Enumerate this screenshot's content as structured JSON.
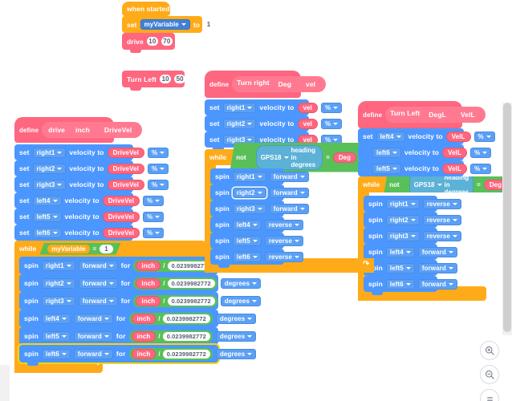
{
  "app": {
    "name": "vexcode-blocks-workspace",
    "background": "#ffffff"
  },
  "colors": {
    "control": "#FFAB19",
    "motion": "#4C97FF",
    "custom": "#FF6680",
    "operator": "#59C059",
    "sensing": "#5CB1D6",
    "highlight": "#FFD500"
  },
  "stacks": {
    "when_started": {
      "hat_label": "when started",
      "set_var": {
        "set_label": "set",
        "variable": "myVariable",
        "to_label": "to",
        "value": "1"
      },
      "drive": {
        "label": "drive",
        "arg1": "10",
        "arg2": "70"
      }
    },
    "turn_left_call": {
      "label": "Turn Left",
      "arg1": "10",
      "arg2": "50"
    },
    "drive_inch": {
      "define_label": "define",
      "name": "drive",
      "params": [
        "inch",
        "DriveVel"
      ],
      "set_velocity_label": "set",
      "velocity_to_label": "velocity to",
      "unit": "%",
      "motors": [
        "right1",
        "right2",
        "right3",
        "left4",
        "left5",
        "left6"
      ],
      "velocity_value": "DriveVel",
      "while_label": "while",
      "while_var": "myVariable",
      "while_op": "=",
      "while_value": "1",
      "spin_label": "spin",
      "for_label": "for",
      "divide_label": "/",
      "inch_label": "inch",
      "degrees_label": "degrees",
      "spins": [
        {
          "motor": "right1",
          "dir": "forward",
          "numerator": "inch",
          "denominator": "0.0239982772",
          "unit": "degrees",
          "selected": false
        },
        {
          "motor": "right2",
          "dir": "forward",
          "numerator": "inch",
          "denominator": "0.0239982772",
          "unit": "degrees",
          "selected": false
        },
        {
          "motor": "right3",
          "dir": "forward",
          "numerator": "inch",
          "denominator": "0.0239982772",
          "unit": "degrees",
          "selected": false
        },
        {
          "motor": "left4",
          "dir": "forward",
          "numerator": "inch",
          "denominator": "0.0239982772",
          "unit": "degrees",
          "selected": false
        },
        {
          "motor": "left5",
          "dir": "forward",
          "numerator": "inch",
          "denominator": "0.0239982772",
          "unit": "degrees",
          "selected": false
        },
        {
          "motor": "left6",
          "dir": "forward",
          "numerator": "inch",
          "denominator": "0.0239982772",
          "unit": "degrees",
          "selected": true
        }
      ]
    },
    "turn_right": {
      "define_label": "define",
      "name": "Turn right",
      "params": [
        "Deg",
        "vel"
      ],
      "set_velocity_label": "set",
      "velocity_to_label": "velocity to",
      "unit": "%",
      "velocity_value": "vel",
      "sets": [
        "right1",
        "right2",
        "right3"
      ],
      "while_label": "while",
      "not_label": "not",
      "sensor": "GPS18",
      "sensor_property": "heading in degrees",
      "compare_op": "=",
      "compare_value": "Deg",
      "spin_label": "spin",
      "spins": [
        {
          "motor": "right1",
          "dir": "forward",
          "selected": false
        },
        {
          "motor": "right2",
          "dir": "forward",
          "selected": true
        },
        {
          "motor": "right3",
          "dir": "forward",
          "selected": false
        },
        {
          "motor": "left4",
          "dir": "reverse",
          "selected": false
        },
        {
          "motor": "left5",
          "dir": "reverse",
          "selected": false
        },
        {
          "motor": "left6",
          "dir": "reverse",
          "selected": false
        }
      ]
    },
    "turn_left": {
      "define_label": "define",
      "name": "Turn Left",
      "params": [
        "DegL",
        "VelL"
      ],
      "set_velocity_label": "set",
      "velocity_to_label": "velocity to",
      "unit": "%",
      "velocity_value": "VelL",
      "sets": [
        "left4",
        "left6",
        "left5"
      ],
      "while_label": "while",
      "not_label": "not",
      "sensor": "GPS18",
      "sensor_property": "heading in degrees",
      "compare_op": "=",
      "compare_value": "Deg",
      "spin_label": "spin",
      "spins": [
        {
          "motor": "right1",
          "dir": "reverse"
        },
        {
          "motor": "right2",
          "dir": "reverse"
        },
        {
          "motor": "right3",
          "dir": "reverse"
        },
        {
          "motor": "left4",
          "dir": "forward"
        },
        {
          "motor": "left5",
          "dir": "forward"
        },
        {
          "motor": "left6",
          "dir": "forward"
        }
      ]
    }
  },
  "zoom_controls": {
    "zoom_in": "+",
    "zoom_out": "−",
    "zoom_reset": "="
  }
}
